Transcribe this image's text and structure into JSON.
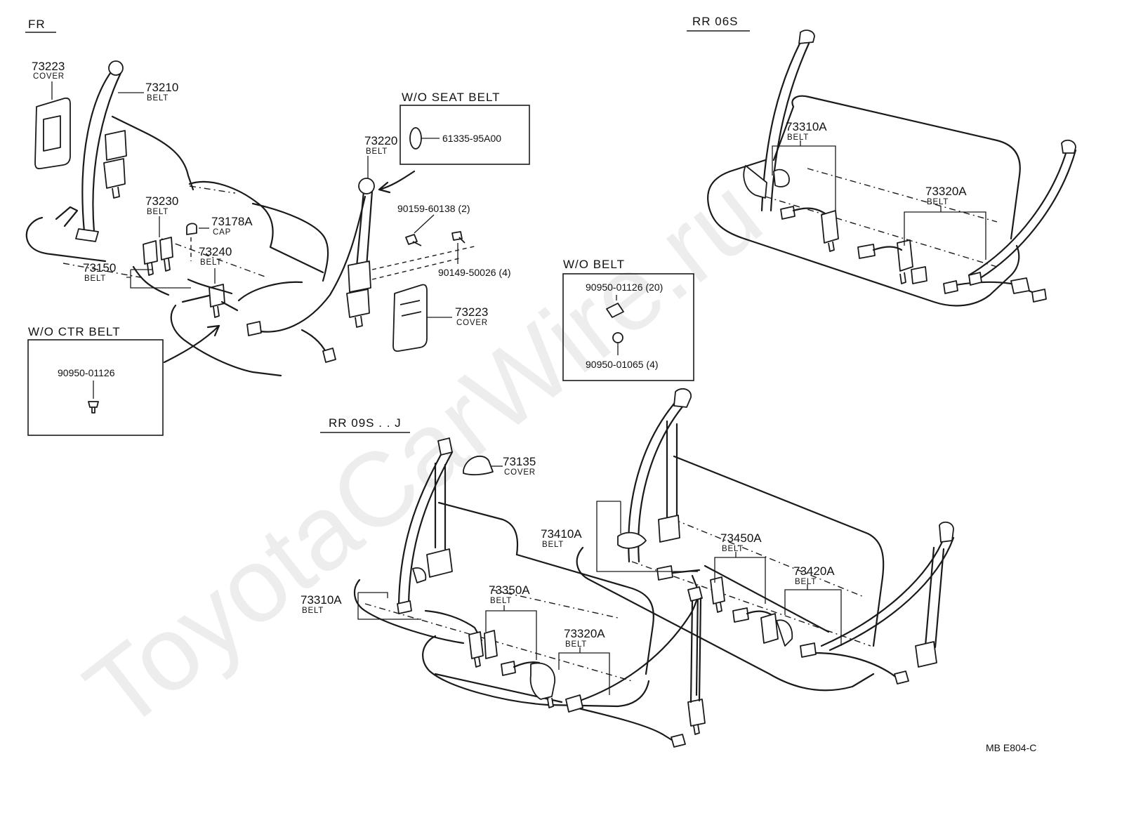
{
  "watermark": "ToyotaCarWire.ru",
  "drawing_code": "MB  E804-C",
  "sections": {
    "fr": "FR",
    "rr06s": "RR  06S",
    "rr09s": "RR  09S . . J",
    "wo_seat_belt": "W/O  SEAT  BELT",
    "wo_ctr_belt": "W/O CTR BELT",
    "wo_belt": "W/O  BELT"
  },
  "parts": {
    "p73223a": {
      "num": "73223",
      "name": "COVER"
    },
    "p73210": {
      "num": "73210",
      "name": "BELT"
    },
    "p73230": {
      "num": "73230",
      "name": "BELT"
    },
    "p73178a": {
      "num": "73178A",
      "name": "CAP"
    },
    "p73240": {
      "num": "73240",
      "name": "BELT"
    },
    "p73150": {
      "num": "73150",
      "name": "BELT"
    },
    "p73220": {
      "num": "73220",
      "name": "BELT"
    },
    "p73223b": {
      "num": "73223",
      "name": "COVER"
    },
    "p73310a_top": {
      "num": "73310A",
      "name": "BELT"
    },
    "p73320a_top": {
      "num": "73320A",
      "name": "BELT"
    },
    "p73135": {
      "num": "73135",
      "name": "COVER"
    },
    "p73410a": {
      "num": "73410A",
      "name": "BELT"
    },
    "p73450a": {
      "num": "73450A",
      "name": "BELT"
    },
    "p73420a": {
      "num": "73420A",
      "name": "BELT"
    },
    "p73310a_bot": {
      "num": "73310A",
      "name": "BELT"
    },
    "p73350a": {
      "num": "73350A",
      "name": "BELT"
    },
    "p73320a_bot": {
      "num": "73320A",
      "name": "BELT"
    }
  },
  "codes": {
    "c61335": "61335-95A00",
    "c90159": "90159-60138 (2)",
    "c90149": "90149-50026 (4)",
    "c90950_ctr": "90950-01126",
    "c90950_20": "90950-01126 (20)",
    "c90950_4": "90950-01065 (4)"
  }
}
